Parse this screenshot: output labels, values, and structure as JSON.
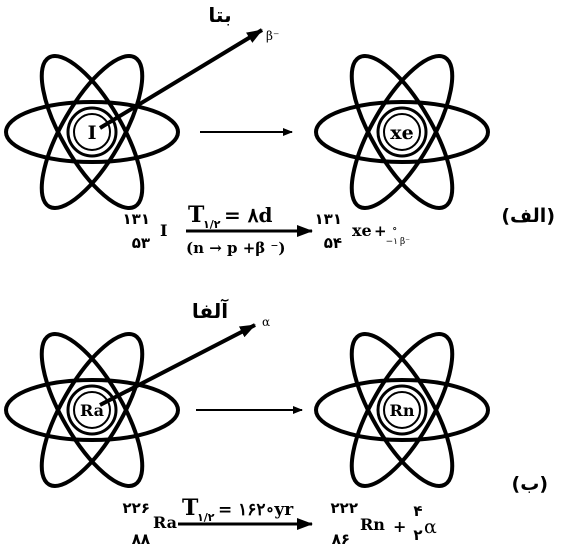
{
  "panel_a": {
    "label": "(الف)",
    "particle_label": "بتا",
    "particle_symbol": "β⁻",
    "parent_symbol": "I",
    "daughter_symbol": "xe",
    "eq": {
      "parent_mass": "۱۳۱",
      "parent_atomic": "۵۳",
      "parent": "I",
      "half_life_symbol": "T",
      "half_life_sub": "۱/۲",
      "half_life_value": "= ۸d",
      "condition": "(n → p +β ⁻)",
      "daughter_mass": "۱۳۱",
      "daughter_atomic": "۵۴",
      "daughter": "xe",
      "plus": "+",
      "particle_mass": "∘",
      "particle_charge": "−۱",
      "particle": "β⁻"
    }
  },
  "panel_b": {
    "label": "(ب)",
    "particle_label": "آلفا",
    "particle_symbol": "α",
    "parent_symbol": "Ra",
    "daughter_symbol": "Rn",
    "eq": {
      "parent_mass": "۲۲۶",
      "parent_atomic": "۸۸",
      "parent": "Ra",
      "half_life_symbol": "T",
      "half_life_sub": "۱/۲",
      "half_life_value": "= ۱۶۲∘yr",
      "daughter_mass": "۲۲۲",
      "daughter_atomic": "۸۶",
      "daughter": "Rn",
      "plus": "+",
      "particle_mass": "۴",
      "particle_charge": "۲",
      "particle": "α"
    }
  }
}
